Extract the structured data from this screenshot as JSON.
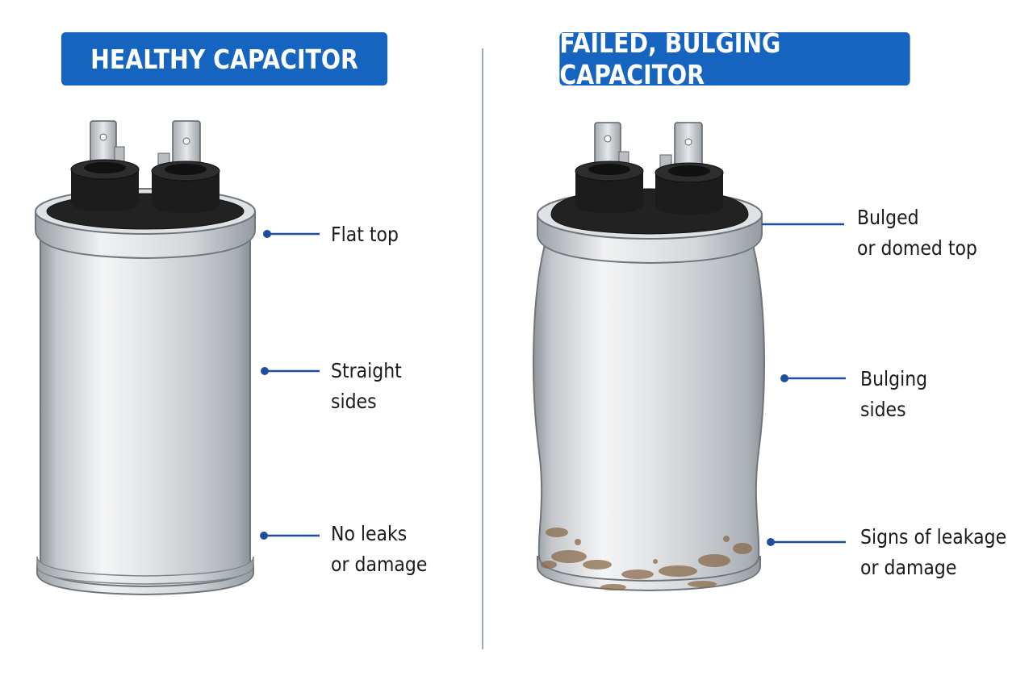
{
  "left": {
    "title": "HEALTHY CAPACITOR",
    "callouts": [
      {
        "line1": "Flat top",
        "line2": ""
      },
      {
        "line1": "Straight",
        "line2": "sides"
      },
      {
        "line1": "No leaks",
        "line2": "or damage"
      }
    ]
  },
  "right": {
    "title": "FAILED, BULGING CAPACITOR",
    "callouts": [
      {
        "line1": "Bulged",
        "line2": "or domed top"
      },
      {
        "line1": "Bulging",
        "line2": "sides"
      },
      {
        "line1": "Signs of leakage",
        "line2": "or damage"
      }
    ]
  },
  "colors": {
    "accent": "#1565c0",
    "callout_line": "#1f4e9c",
    "metal_light": "#f2f3f4",
    "metal_dark": "#9ea3a8",
    "terminal_black": "#1a1a1a",
    "rust": "#8a6a4a"
  }
}
